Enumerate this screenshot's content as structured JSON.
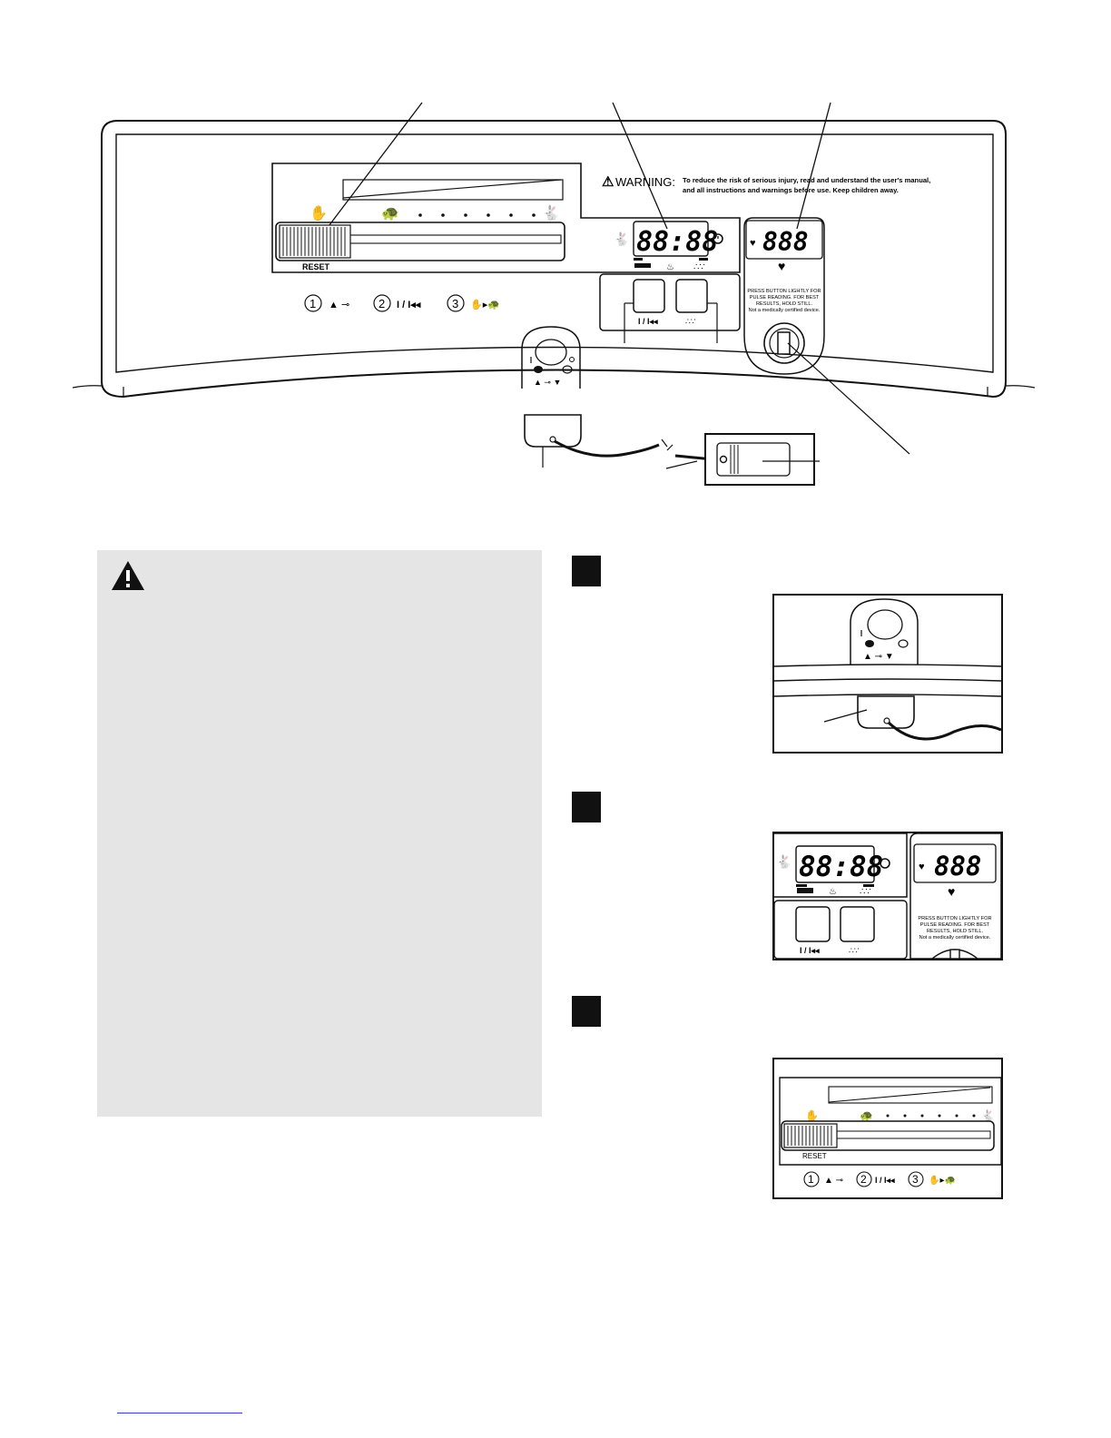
{
  "console": {
    "warning_title": "WARNING:",
    "warning_line1": "To reduce the risk of serious injury, read and understand the user's manual,",
    "warning_line2": "and all instructions and warnings before use. Keep children away.",
    "reset_label": "RESET",
    "time_display": "88:88",
    "pulse_display": "888",
    "pulse_instr_line1": "PRESS BUTTON LIGHTLY FOR",
    "pulse_instr_line2": "PULSE READING. FOR BEST",
    "pulse_instr_line3": "RESULTS, HOLD STILL.",
    "pulse_instr_line4": "Not a medically certified device.",
    "step_1": "1",
    "step_2": "2",
    "step_3": "3",
    "step_2_symbol": "I / I◂◂",
    "start_button_symbol": "I / I◂◂",
    "display_button_symbol": "∴∵",
    "key_symbols": "▲ ⊸ ▼"
  },
  "inset2": {
    "time_display": "88:88",
    "pulse_display": "888",
    "pulse_instr_line1": "PRESS BUTTON LIGHTLY FOR",
    "pulse_instr_line2": "PULSE READING. FOR BEST",
    "pulse_instr_line3": "RESULTS, HOLD STILL.",
    "pulse_instr_line4": "Not a medically certified device.",
    "button_symbol": "I / I◂◂",
    "display_symbol": "∴∵"
  },
  "inset3": {
    "reset_label": "RESET",
    "step_1": "1",
    "step_2": "2",
    "step_3": "3",
    "step_2_symbol": "I / I◂◂"
  },
  "colors": {
    "caution_panel": "#e5e5e5",
    "step_marker": "#111111",
    "footer_link": "#3a3ad0"
  }
}
